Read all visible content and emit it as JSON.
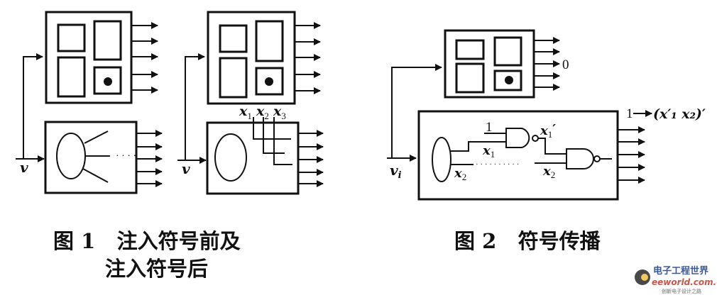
{
  "figure1": {
    "caption_line1": "图 1   注入符号前及",
    "caption_line2": "注入符号后",
    "left_input": "v",
    "right_input": "v",
    "ellipsis": "· · · ·",
    "fault_labels": [
      "x",
      "x",
      "x"
    ],
    "fault_subscripts": [
      "1",
      "2",
      "3"
    ]
  },
  "figure2": {
    "caption": "图 2   符号传播",
    "input": "v",
    "input_sub": "i",
    "top_output": "0",
    "gate1_const": "1",
    "x1": "x",
    "x1_sub": "1",
    "x1_prime": "x",
    "x1_prime_sub": "1",
    "prime": "′",
    "x2_left": "x",
    "x2_right": "x",
    "x2_sub": "2",
    "dots": "· · · · · · · · · ·",
    "output_value": "1",
    "output_expr": "(x′₁ x₂)′"
  },
  "watermark": {
    "title": "电子工程世界",
    "url": "eeworld.com.cn",
    "tagline": "创新电子设计之路",
    "color": "#1a3c8c"
  }
}
